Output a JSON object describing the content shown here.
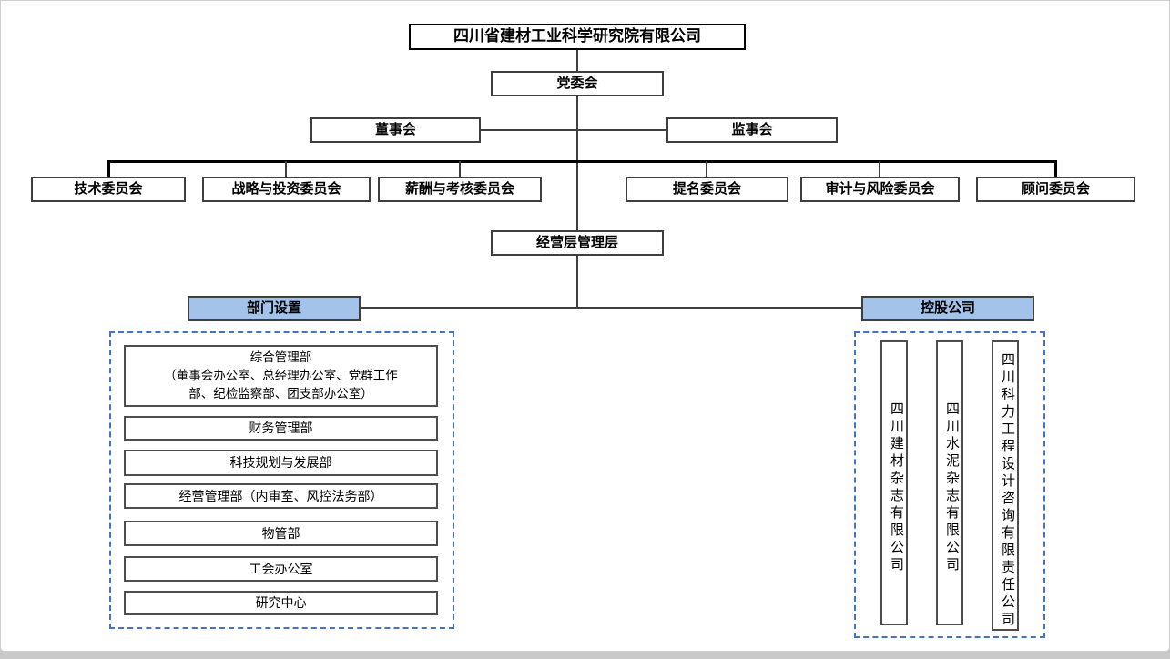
{
  "colors": {
    "header_fill": "#a3c3eb",
    "dashed_border": "#4472c4",
    "line": "#3f3f3f",
    "bus_line": "#000000"
  },
  "org_chart": {
    "root": {
      "label": "四川省建材工业科学研究院有限公司"
    },
    "party_committee": {
      "label": "党委会"
    },
    "board_of_directors": {
      "label": "董事会"
    },
    "supervisory_board": {
      "label": "监事会"
    },
    "committees": [
      {
        "label": "技术委员会"
      },
      {
        "label": "战略与投资委员会"
      },
      {
        "label": "薪酬与考核委员会"
      },
      {
        "label": "提名委员会"
      },
      {
        "label": "审计与风险委员会"
      },
      {
        "label": "顾问委员会"
      }
    ],
    "management": {
      "label": "经营层管理层"
    },
    "departments_section": {
      "header": "部门设置",
      "items": [
        {
          "lines": [
            "综合管理部",
            "（董事会办公室、总经理办公室、党群工作",
            "部、纪检监察部、团支部办公室）"
          ]
        },
        {
          "lines": [
            "财务管理部"
          ]
        },
        {
          "lines": [
            "科技规划与发展部"
          ]
        },
        {
          "lines": [
            "经营管理部（内审室、风控法务部）"
          ]
        },
        {
          "lines": [
            "物管部"
          ]
        },
        {
          "lines": [
            "工会办公室"
          ]
        },
        {
          "lines": [
            "研究中心"
          ]
        }
      ]
    },
    "holdings_section": {
      "header": "控股公司",
      "items": [
        {
          "label": "四川建材杂志有限公司"
        },
        {
          "label": "四川水泥杂志有限公司"
        },
        {
          "label": "四川科力工程设计咨询有限责任公司"
        }
      ]
    }
  }
}
